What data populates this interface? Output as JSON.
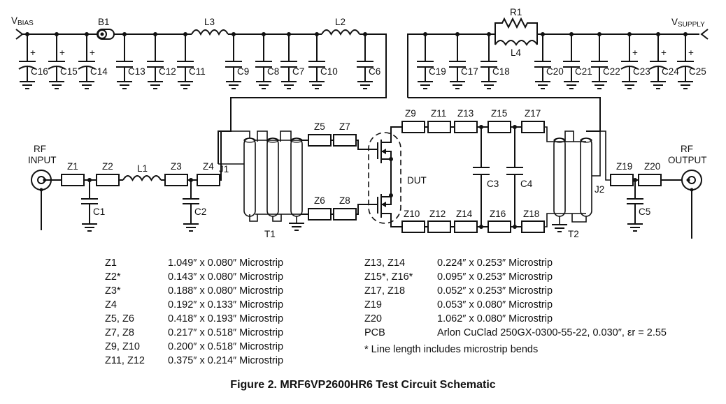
{
  "schematic": {
    "supply_labels": {
      "vbias_main": "V",
      "vbias_sub": "BIAS",
      "vsupply_main": "V",
      "vsupply_sub": "SUPPLY"
    },
    "bias_components": [
      "B1",
      "L3",
      "L2",
      "C16",
      "C15",
      "C14",
      "C13",
      "C12",
      "C11",
      "C9",
      "C8",
      "C7",
      "C10",
      "C6"
    ],
    "supply_components": [
      "R1",
      "L4",
      "C19",
      "C17",
      "C18",
      "C20",
      "C21",
      "C22",
      "C23",
      "C24",
      "C25"
    ],
    "polarized_caps": [
      "C16",
      "C15",
      "C14",
      "C23",
      "C24",
      "C25"
    ],
    "rf_input": {
      "line1": "RF",
      "line2": "INPUT"
    },
    "rf_output": {
      "line1": "RF",
      "line2": "OUTPUT"
    },
    "input_chain": [
      "Z1",
      "Z2",
      "L1",
      "Z3",
      "Z4",
      "C1",
      "C2",
      "J1",
      "T1"
    ],
    "gate_lines": [
      "Z5",
      "Z7",
      "Z6",
      "Z8"
    ],
    "device_label": "DUT",
    "drain_top": [
      "Z9",
      "Z11",
      "Z13",
      "Z15",
      "Z17"
    ],
    "drain_bottom": [
      "Z10",
      "Z12",
      "Z14",
      "Z16",
      "Z18"
    ],
    "shunt_caps": [
      "C3",
      "C4"
    ],
    "output_chain": [
      "J2",
      "T2",
      "Z19",
      "Z20",
      "C5"
    ],
    "plus_sign": "+"
  },
  "parts_table": {
    "left": [
      {
        "ref": "Z1",
        "desc": "1.049″ x 0.080″ Microstrip"
      },
      {
        "ref": "Z2*",
        "desc": "0.143″ x 0.080″ Microstrip"
      },
      {
        "ref": "Z3*",
        "desc": "0.188″ x 0.080″ Microstrip"
      },
      {
        "ref": "Z4",
        "desc": "0.192″ x 0.133″ Microstrip"
      },
      {
        "ref": "Z5, Z6",
        "desc": "0.418″ x 0.193″ Microstrip"
      },
      {
        "ref": "Z7, Z8",
        "desc": "0.217″ x 0.518″ Microstrip"
      },
      {
        "ref": "Z9, Z10",
        "desc": "0.200″ x 0.518″ Microstrip"
      },
      {
        "ref": "Z11, Z12",
        "desc": "0.375″ x 0.214″ Microstrip"
      }
    ],
    "right": [
      {
        "ref": "Z13, Z14",
        "desc": "0.224″ x 0.253″ Microstrip"
      },
      {
        "ref": "Z15*, Z16*",
        "desc": "0.095″ x 0.253″ Microstrip"
      },
      {
        "ref": "Z17, Z18",
        "desc": "0.052″ x 0.253″ Microstrip"
      },
      {
        "ref": "Z19",
        "desc": "0.053″ x 0.080″ Microstrip"
      },
      {
        "ref": "Z20",
        "desc": "1.062″ x 0.080″ Microstrip"
      },
      {
        "ref": "PCB",
        "desc": "Arlon CuClad 250GX-0300-55-22, 0.030″, εr = 2.55"
      }
    ],
    "footnote": "* Line length includes microstrip bends"
  },
  "caption": "Figure 2. MRF6VP2600HR6 Test Circuit Schematic"
}
